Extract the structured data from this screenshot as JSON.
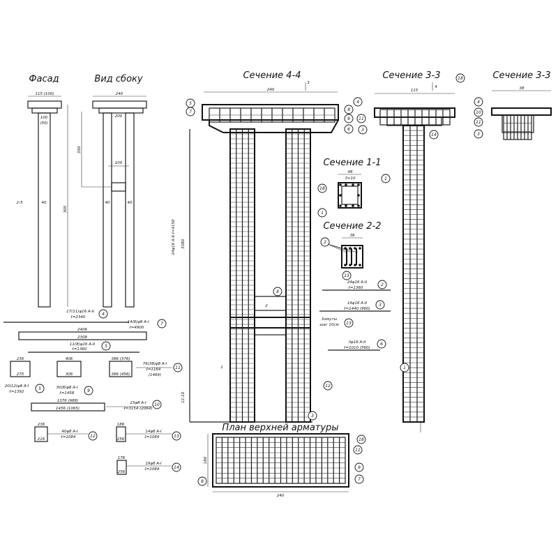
{
  "titles": {
    "facade": "Фасад",
    "side_view": "Вид сбоку",
    "section_4_4": "Сечение 4-4",
    "section_3_3_a": "Сечение 3-3",
    "section_3_3_b": "Сечение 3-3",
    "section_1_1": "Сечение 1-1",
    "section_2_2": "Сечение 2-2",
    "plan_top_rebar": "План верхней арматуры"
  },
  "dimensions": {
    "facade_width": "115 (100)",
    "facade_col": "100",
    "facade_col2": "(50)",
    "facade_mid": "40",
    "facade_height": "305",
    "facade_section": "2-5",
    "side_width": "240",
    "side_inner": "200",
    "side_gap": "100",
    "side_height": "350",
    "side_col_a": "40",
    "side_col_b": "40",
    "s44_width": "240",
    "s44_height": "3380",
    "s44_bottom": "12-10",
    "s44_bars": "24φ16 A-II  ℓ=4150",
    "s33_width": "115",
    "s33b_width": "38",
    "s11_width": "48",
    "s11_sub": "3×10",
    "s22_width": "38",
    "plan_width": "240",
    "plan_height": "180",
    "bar_2406": "2406",
    "bar_2308": "2308",
    "st_a_top": "236",
    "st_a_bot": "275",
    "st_b_top": "406",
    "st_b_bot": "306",
    "st_c_top": "386 (376)",
    "st_c_bot": "386 (456)",
    "bar10_top": "1376 (988)",
    "bar10_bot": "1456 (1065)",
    "st12_top": "236",
    "st12_bot": "216",
    "st13_top": "186",
    "st13_bot": "256",
    "st14_top": "176",
    "st14_bot": "256"
  },
  "callouts": {
    "c4_a": "17(11)φ16 A-II",
    "c4_b": "ℓ=2340",
    "c7_a": "14(8)φ8 A-I",
    "c7_b": "ℓ=4900",
    "c5_a": "11(8)φ16 A-II",
    "c5_b": "ℓ=1360",
    "c5s_a": "20(12)φ8 A-I",
    "c5s_b": "ℓ=1392",
    "c9_a": "30(8)φ8 A-I",
    "c9_b": "ℓ=1458",
    "c11_a": "76(38)φ8 A-I",
    "c11_b": "ℓ=1164",
    "c11_c": "(1464)",
    "c10_a": "23φ8 A-I",
    "c10_b": "ℓ=3154 (2064)",
    "c12_a": "40φ8 A-I",
    "c12_b": "ℓ=1084",
    "c13_a": "14φ8 A-I",
    "c13_b": "ℓ=1084",
    "c14_a": "19φ8 A-I",
    "c14_b": "ℓ=1084",
    "c2_a": "24φ16 A-II",
    "c2_b": "ℓ=1360",
    "c3_a": "14φ16 A-II",
    "c3_b": "ℓ=1440 (960)",
    "c13h_a": "Хомуты",
    "c13h_b": "шаг 10см",
    "c6_a": "3φ16 A-II",
    "c6_b": "ℓ=1010 (560)",
    "cut_1": "1",
    "cut_2": "2",
    "cut_3": "3",
    "cut_4": "4"
  },
  "markers": [
    "4",
    "7",
    "5",
    "5",
    "9",
    "11",
    "10",
    "12",
    "13",
    "14",
    "5",
    "7",
    "8",
    "9",
    "6",
    "8",
    "3",
    "12",
    "4",
    "11",
    "3",
    "14",
    "18",
    "1",
    "4",
    "10",
    "11",
    "3",
    "18",
    "1",
    "1",
    "2",
    "13",
    "2",
    "3",
    "13",
    "6",
    "18",
    "11",
    "9",
    "7",
    "8"
  ]
}
